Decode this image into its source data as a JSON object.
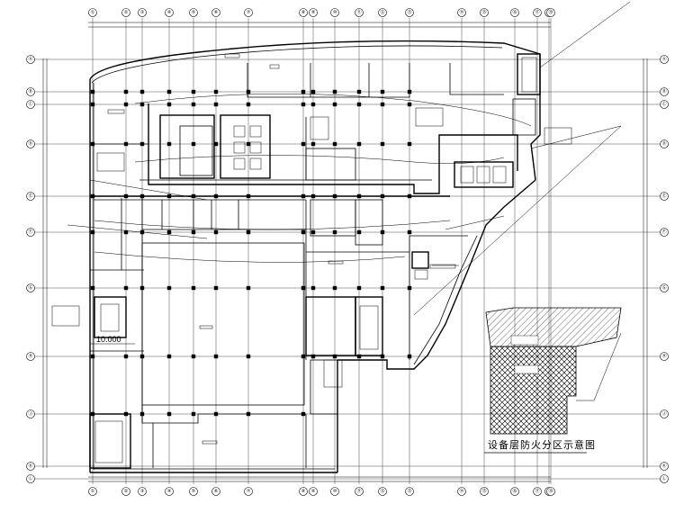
{
  "grid": {
    "columns": [
      "①",
      "②",
      "③",
      "④",
      "⑤",
      "⑥",
      "⑦",
      "⑧",
      "⑨",
      "⑩",
      "⑪",
      "⑫",
      "⑬",
      "⑭",
      "⑮",
      "⑯",
      "⑰",
      "⑱",
      "⑲"
    ],
    "rows": [
      "Ⓐ",
      "Ⓑ",
      "Ⓒ",
      "Ⓓ",
      "Ⓔ",
      "Ⓕ",
      "Ⓖ",
      "Ⓗ",
      "Ⓙ",
      "Ⓚ",
      "Ⓛ"
    ]
  },
  "level_mark": "10.000",
  "inset_caption": "设备层防火分区示意图"
}
